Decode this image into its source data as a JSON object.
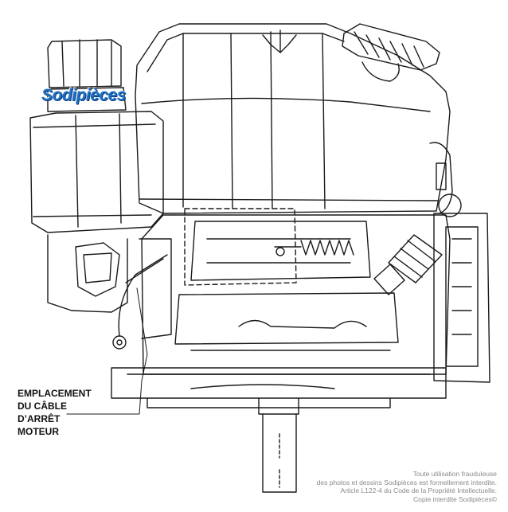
{
  "logo": {
    "text": "Sodipièces",
    "color": "#1f6fc4"
  },
  "callout": {
    "lines": [
      "EMPLACEMENT",
      "DU CÂBLE",
      "D’ARRÊT",
      "MOTEUR"
    ]
  },
  "notice": {
    "lines": [
      "Toute utilisation frauduleuse",
      "des photos et dessins Sodipièces est formellement interdite.",
      "Article L122-4 du Code de la Propriété Intellectuelle.",
      "Copie interdite Sodipièces©"
    ]
  },
  "colors": {
    "line": "#1a1a1a",
    "background": "#ffffff"
  }
}
